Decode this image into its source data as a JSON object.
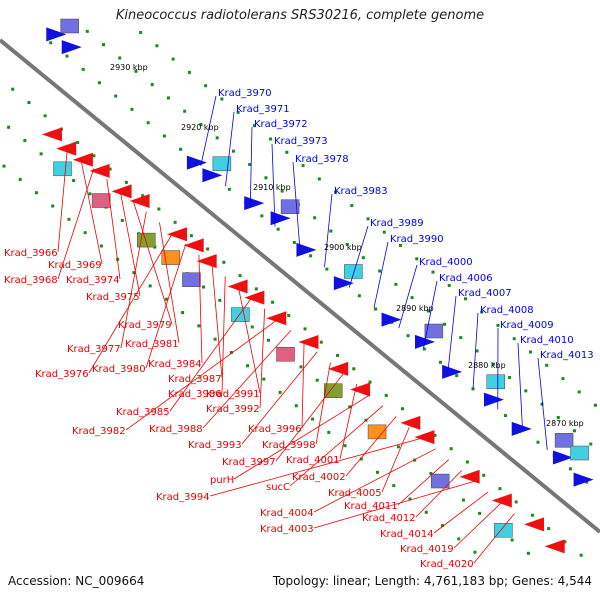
{
  "title": "Kineococcus radiotolerans SRS30216, complete genome",
  "footer": {
    "accession": "Accession: NC_009664",
    "topology": "Topology: linear; Length: 4,761,183 bp; Genes: 4,544"
  },
  "colors": {
    "backbone": "#777777",
    "label_forward": "#0000ee",
    "label_reverse": "#ee0000",
    "tick": "#1a8a1a"
  },
  "ticks": [
    "2930 kbp",
    "2920 kbp",
    "2910 kbp",
    "2900 kbp",
    "2890 kbp",
    "2880 kbp",
    "2870 kbp"
  ],
  "blue_labels": [
    "Krad_3970",
    "Krad_3971",
    "Krad_3972",
    "Krad_3973",
    "Krad_3978",
    "Krad_3983",
    "Krad_3989",
    "Krad_3990",
    "Krad_4000",
    "Krad_4006",
    "Krad_4007",
    "Krad_4008",
    "Krad_4009",
    "Krad_4010",
    "Krad_4013"
  ],
  "red_labels": [
    "Krad_3966",
    "Krad_3969",
    "Krad_3968",
    "Krad_3974",
    "Krad_3975",
    "Krad_3979",
    "Krad_3977",
    "Krad_3981",
    "Krad_3976",
    "Krad_3980",
    "Krad_3984",
    "Krad_3987",
    "Krad_3986",
    "Krad_3991",
    "Krad_3985",
    "Krad_3992",
    "Krad_3982",
    "Krad_3988",
    "Krad_3996",
    "Krad_3993",
    "Krad_3998",
    "Krad_3997",
    "Krad_4001",
    "purH",
    "sucC",
    "Krad_4002",
    "Krad_4005",
    "Krad_3994",
    "Krad_4004",
    "Krad_4011",
    "Krad_4012",
    "Krad_4003",
    "Krad_4014",
    "Krad_4019",
    "Krad_4020"
  ]
}
